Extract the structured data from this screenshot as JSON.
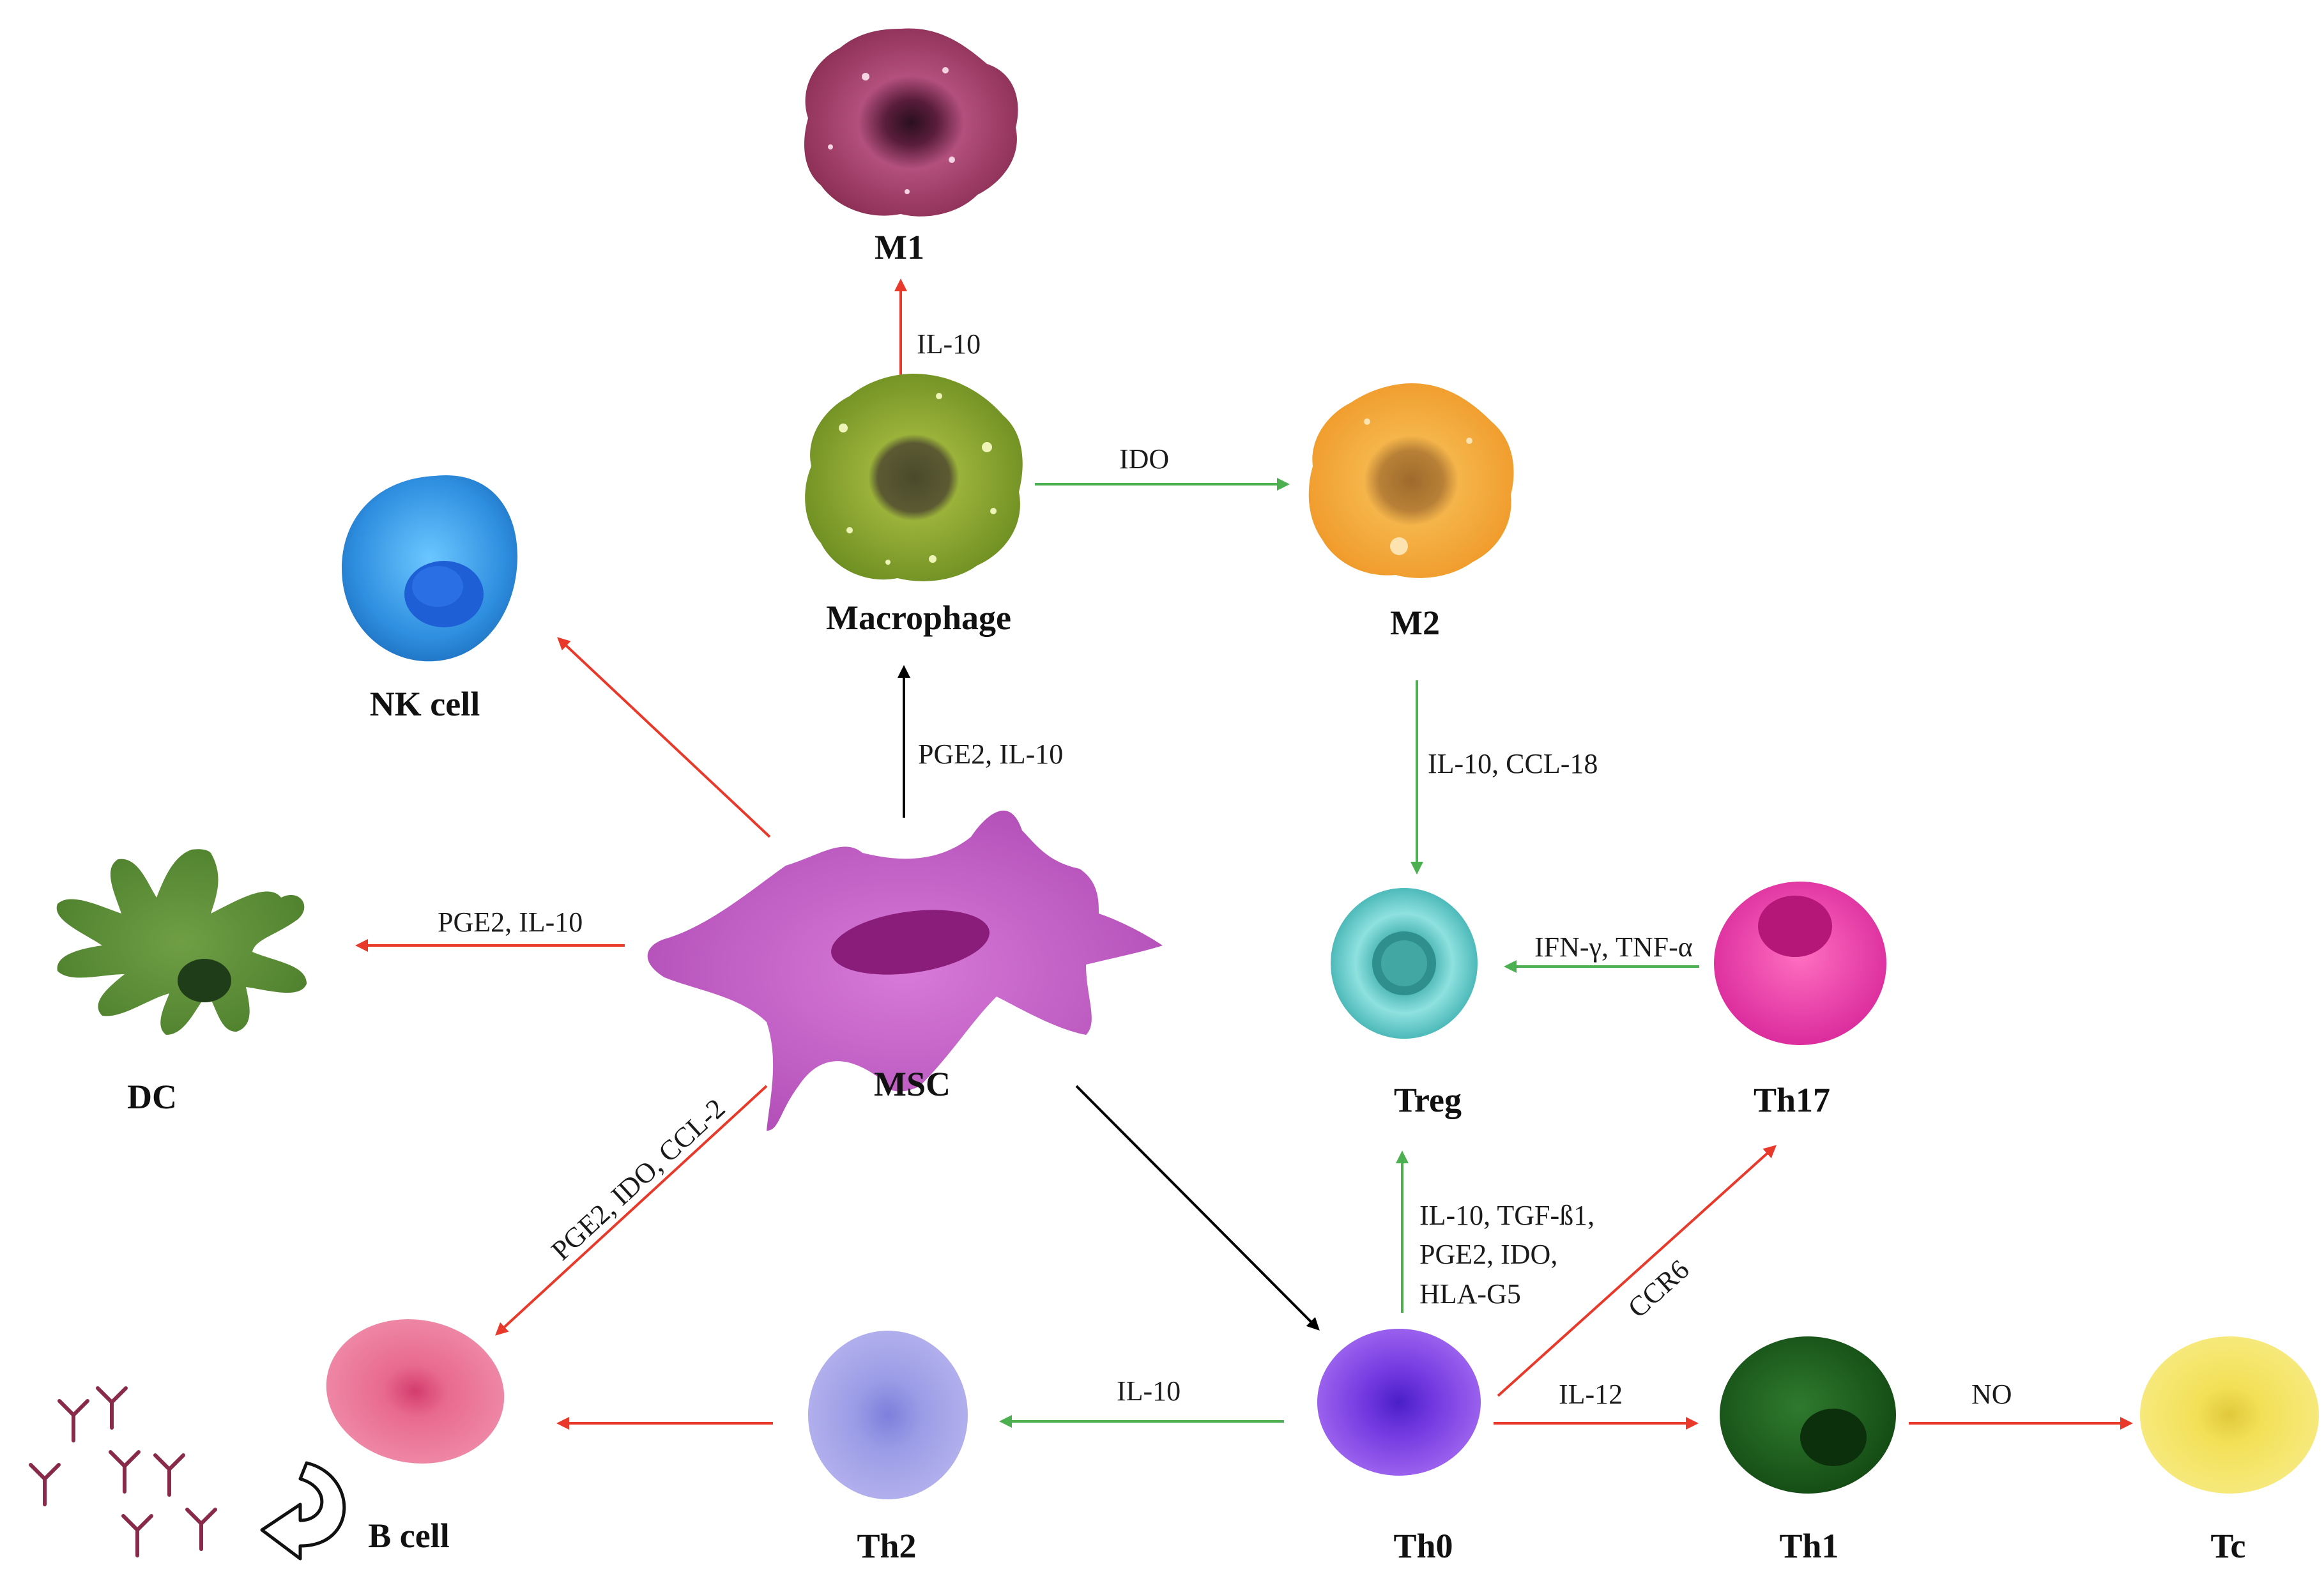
{
  "colors": {
    "inhibit": "#e8392a",
    "promote": "#4cb050",
    "neutral": "#000000"
  },
  "cells": {
    "m1": "M1",
    "macrophage": "Macrophage",
    "m2": "M2",
    "nk": "NK cell",
    "dc": "DC",
    "msc": "MSC",
    "treg": "Treg",
    "th17": "Th17",
    "bcell": "B cell",
    "th2": "Th2",
    "th0": "Th0",
    "th1": "Th1",
    "tc": "Tc"
  },
  "edges": {
    "mac_m1": "IL-10",
    "mac_m2": "IDO",
    "msc_mac": "PGE2, IL-10",
    "m2_treg": "IL-10, CCL-18",
    "msc_dc": "PGE2, IL-10",
    "th17_treg": "IFN-γ, TNF-α",
    "msc_bcell": "PGE2, IDO, CCL-2",
    "th0_treg_1": "IL-10, TGF-ß1,",
    "th0_treg_2": "PGE2, IDO,",
    "th0_treg_3": "HLA-G5",
    "th0_th17": "CCR6",
    "th0_th2": "IL-10",
    "th0_th1": "IL-12",
    "th1_tc": "NO"
  }
}
